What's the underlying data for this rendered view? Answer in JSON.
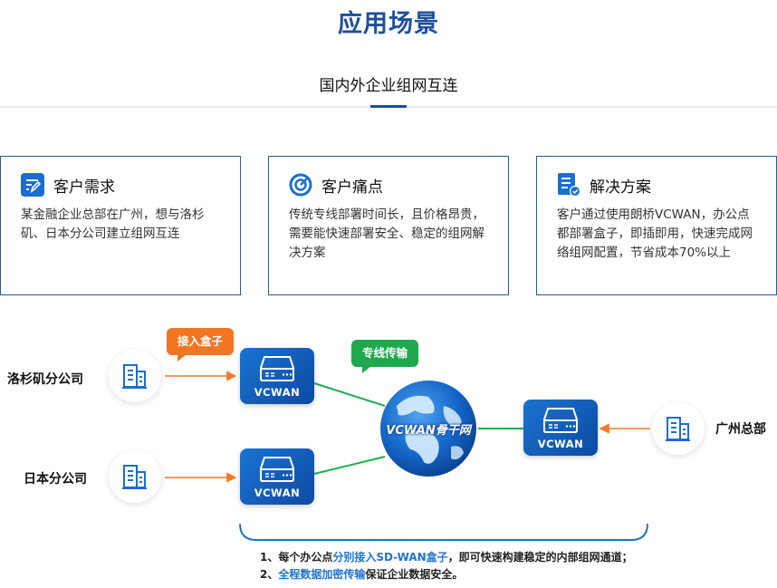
{
  "page_title": "应用场景",
  "tabs": [
    {
      "label": "国内外企业组网互连",
      "active": true
    }
  ],
  "cards": [
    {
      "icon": "edit-note-icon",
      "title": "客户需求",
      "body": "某金融企业总部在广州，想与洛杉矶、日本分公司建立组网互连"
    },
    {
      "icon": "target-icon",
      "title": "客户痛点",
      "body": "传统专线部署时间长，且价格昂贵，需要能快速部署安全、稳定的组网解决方案"
    },
    {
      "icon": "checklist-icon",
      "title": "解决方案",
      "body": "客户通过使用朗桥VCWAN，办公点都部署盒子，即插即用，快速完成网络组网配置，节省成本70%以上"
    }
  ],
  "diagram": {
    "sites": [
      {
        "name": "洛杉矶分公司",
        "icon": "building-icon"
      },
      {
        "name": "日本分公司",
        "icon": "building-icon"
      },
      {
        "name": "广州总部",
        "icon": "building-icon"
      }
    ],
    "device_label": "VCWAN",
    "bubble_access": "接入盒子",
    "bubble_line": "专线传输",
    "backbone_label": "VCWAN骨干网",
    "colors": {
      "access_line": "#f07a2a",
      "backbone_line": "#1fae4f",
      "brand": "#1d4f9c"
    }
  },
  "notes": [
    {
      "prefix": "1、每个办公点",
      "highlight": "分别接入SD-WAN盒子",
      "suffix": "，即可快速构建稳定的内部组网通道；"
    },
    {
      "prefix": "2、",
      "highlight": "全程数据加密传输",
      "suffix": "保证企业数据安全。"
    }
  ]
}
